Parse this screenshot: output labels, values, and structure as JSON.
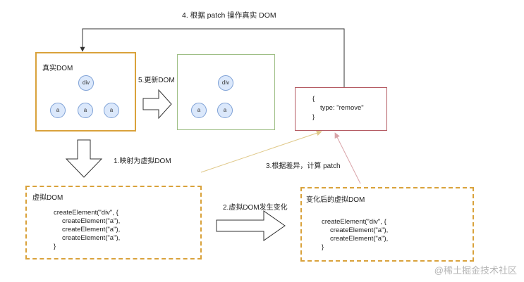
{
  "top_arrow_label": "4. 根据 patch 操作真实 DOM",
  "real_dom": {
    "title": "真实DOM",
    "nodes": {
      "root": "div",
      "children": [
        "a",
        "a",
        "a"
      ]
    }
  },
  "update_label": "5.更新DOM",
  "updated_dom": {
    "nodes": {
      "root": "div",
      "children": [
        "a",
        "a"
      ]
    }
  },
  "patch": {
    "line1": "{",
    "line2": "type: \"remove\"",
    "line3": "}"
  },
  "map_label": "1.映射为虚拟DOM",
  "diff_label": "3.根据差异，计算 patch",
  "virtual_dom": {
    "title": "虚拟DOM",
    "code": [
      "createElement(\"div\", {",
      "createElement(\"a\"),",
      "createElement(\"a\"),",
      "createElement(\"a\"),",
      "}"
    ]
  },
  "change_label": "2.虚拟DOM发生变化",
  "changed_virtual_dom": {
    "title": "变化后的虚拟DOM",
    "code": [
      "createElement(\"div\", {",
      "createElement(\"a\"),",
      "createElement(\"a\"),",
      "}"
    ]
  },
  "watermark": "@稀土掘金技术社区"
}
